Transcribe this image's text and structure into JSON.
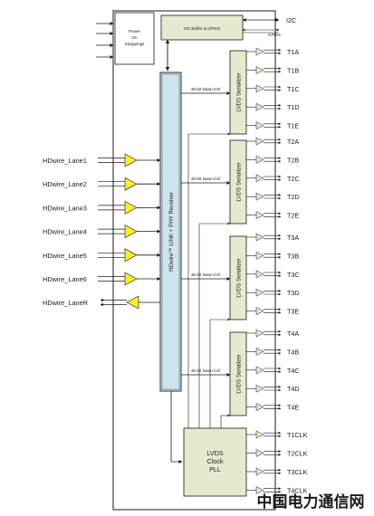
{
  "power_block": {
    "line1": "Power",
    "line2": "On",
    "line3": "Strappings"
  },
  "i2c_block": {
    "label": "I2C Buffer & GPIOs"
  },
  "i2c_pin": "I2C",
  "gpio_label": "GPIOs",
  "receiver": {
    "label": "HDwire™ LINK + PHY Receiver"
  },
  "data_bus_label": "35-bit Data+Ctrl",
  "serializer_label": "LVDS Serializer",
  "clock_pll": {
    "line1": "LVDS",
    "line2": "Clock",
    "line3": "PLL"
  },
  "input_lanes": [
    "HDwire_Lane1",
    "HDwire_Lane2",
    "HDwire_Lane3",
    "HDwire_Lane4",
    "HDwire_Lane5",
    "HDwire_Lane6"
  ],
  "return_lane": "HDwire_LaneR",
  "serializers": [
    {
      "outputs": [
        "T1A",
        "T1B",
        "T1C",
        "T1D",
        "T1E"
      ]
    },
    {
      "outputs": [
        "T2A",
        "T2B",
        "T2C",
        "T2D",
        "T2E"
      ]
    },
    {
      "outputs": [
        "T3A",
        "T3B",
        "T3C",
        "T3D",
        "T3E"
      ]
    },
    {
      "outputs": [
        "T4A",
        "T4B",
        "T4C",
        "T4D",
        "T4E"
      ]
    }
  ],
  "clock_outputs": [
    "T1CLK",
    "T2CLK",
    "T3CLK",
    "T4CLK"
  ],
  "colors": {
    "receiver_fill": "#cfe5ee",
    "block_fill": "#e3ead0",
    "buffer_yellow": "#f6ee28",
    "line": "#1a1a1a",
    "watermark": "#b8cde0"
  },
  "watermark": {
    "text": "中国电力通信网"
  }
}
